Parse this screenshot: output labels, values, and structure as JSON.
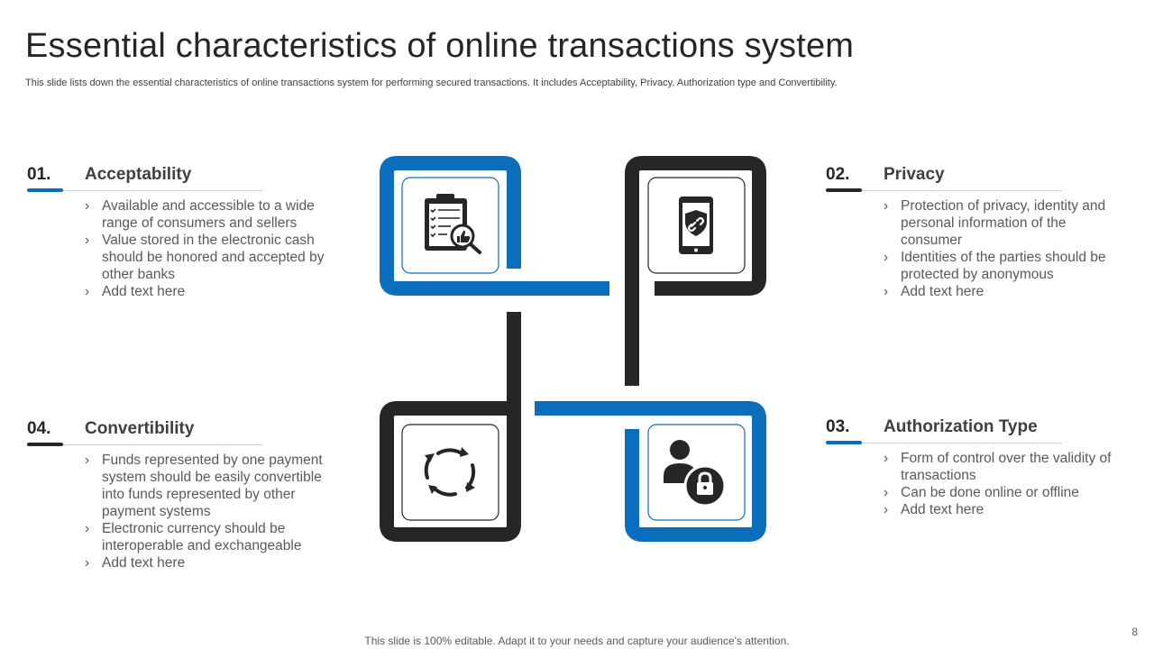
{
  "slide": {
    "title": "Essential characteristics of online transactions system",
    "subtitle": "This slide lists down the essential characteristics of online transactions system for performing secured transactions. It includes Acceptability, Privacy,  Authorization type  and Convertibility.",
    "footer": "This slide is 100% editable. Adapt it to your needs and capture your audience's attention.",
    "page_number": "8"
  },
  "colors": {
    "blue": "#0A6EBD",
    "dark": "#262626",
    "gray_text": "#595959"
  },
  "sections": {
    "acceptability": {
      "number": "01.",
      "title": "Acceptability",
      "accent": "blue",
      "bullets": [
        "Available and accessible to a wide range of consumers and sellers",
        "Value stored in the electronic cash should be honored and accepted by other banks",
        "Add text here"
      ],
      "icon": "clipboard-thumbs-up-icon"
    },
    "privacy": {
      "number": "02.",
      "title": "Privacy",
      "accent": "dark",
      "bullets": [
        "Protection of privacy, identity and personal information  of the consumer",
        "Identities of the parties should be protected by anonymous",
        "Add text here"
      ],
      "icon": "phone-shield-link-icon"
    },
    "authorization": {
      "number": "03.",
      "title": "Authorization Type",
      "accent": "blue",
      "bullets": [
        "Form of control over the validity of transactions",
        "Can be done online or offline",
        "Add text here"
      ],
      "icon": "user-lock-icon"
    },
    "convertibility": {
      "number": "04.",
      "title": "Convertibility",
      "accent": "dark",
      "bullets": [
        "Funds represented by one payment system should be easily convertible into funds represented by other payment systems",
        "Electronic currency  should be interoperable and exchangeable",
        "Add text here"
      ],
      "icon": "cycle-arrows-icon"
    }
  }
}
